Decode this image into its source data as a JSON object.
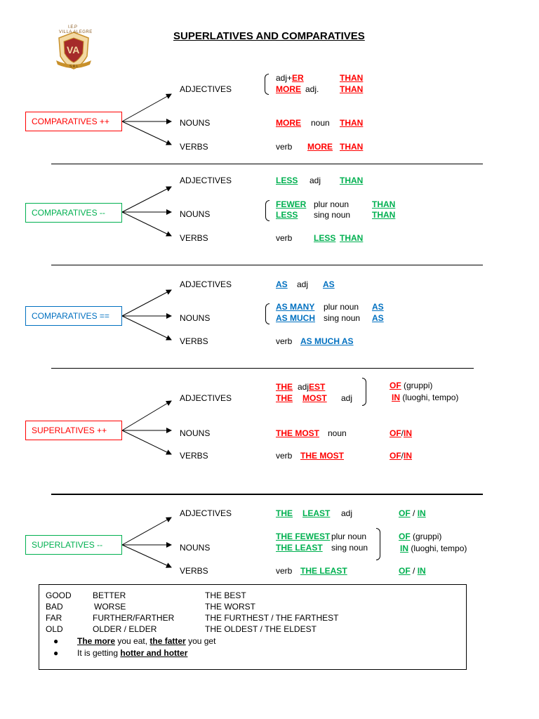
{
  "logo": {
    "top_text": "I.E.P",
    "name": "VILLA ALEGRE",
    "initials": "VA",
    "bottom_text": "S.R.L"
  },
  "title": "SUPERLATIVES AND COMPARATIVES",
  "sections": [
    {
      "category": "COMPARATIVES ++",
      "color": "#ff0000",
      "rows": [
        {
          "label": "ADJECTIVES"
        },
        {
          "label": "NOUNS"
        },
        {
          "label": "VERBS"
        }
      ],
      "text": {
        "adj_line1_a": "adj+",
        "adj_line1_b": "ER",
        "adj_line1_than": "THAN",
        "adj_line2_a": "MORE",
        "adj_line2_b": "adj.",
        "adj_line2_than": "THAN",
        "noun_a": "MORE",
        "noun_b": "noun",
        "noun_than": "THAN",
        "verb_a": "verb",
        "verb_b": "MORE",
        "verb_than": "THAN"
      }
    },
    {
      "category": "COMPARATIVES --",
      "color": "#00b050",
      "rows": [
        {
          "label": "ADJECTIVES"
        },
        {
          "label": "NOUNS"
        },
        {
          "label": "VERBS"
        }
      ],
      "text": {
        "adj_a": "LESS",
        "adj_b": "adj",
        "adj_than": "THAN",
        "noun1_a": "FEWER",
        "noun1_b": "plur noun",
        "noun1_than": "THAN",
        "noun2_a": "LESS",
        "noun2_b": "sing noun",
        "noun2_than": "THAN",
        "verb_a": "verb",
        "verb_b": "LESS",
        "verb_than": "THAN"
      }
    },
    {
      "category": "COMPARATIVES ==",
      "color": "#0070c0",
      "rows": [
        {
          "label": "ADJECTIVES"
        },
        {
          "label": "NOUNS"
        },
        {
          "label": "VERBS"
        }
      ],
      "text": {
        "adj_a": "AS",
        "adj_b": "adj",
        "adj_c": "AS",
        "noun1_a": "AS MANY",
        "noun1_b": "plur noun",
        "noun1_c": "AS",
        "noun2_a": "AS MUCH",
        "noun2_b": "sing  noun",
        "noun2_c": "AS",
        "verb_a": "verb",
        "verb_b": "AS MUCH AS"
      }
    },
    {
      "category": "SUPERLATIVES ++",
      "color": "#ff0000",
      "rows": [
        {
          "label": "ADJECTIVES"
        },
        {
          "label": "NOUNS"
        },
        {
          "label": "VERBS"
        }
      ],
      "text": {
        "adj1_a": "THE",
        "adj1_b": "adj",
        "adj1_c": "EST",
        "adj2_a": "THE",
        "adj2_b": "MOST",
        "adj2_c": "adj",
        "of_a": "OF",
        "of_b": "(gruppi)",
        "in_a": "IN",
        "in_b": "(luoghi, tempo)",
        "noun_a": "THE MOST",
        "noun_b": "noun",
        "noun_of": "OF",
        "noun_slash": "/",
        "noun_in": "IN",
        "verb_a": "verb",
        "verb_b": "THE MOST",
        "verb_of": "OF",
        "verb_slash": "/",
        "verb_in": "IN"
      }
    },
    {
      "category": "SUPERLATIVES --",
      "color": "#00b050",
      "rows": [
        {
          "label": "ADJECTIVES"
        },
        {
          "label": "NOUNS"
        },
        {
          "label": "VERBS"
        }
      ],
      "text": {
        "adj_a": "THE",
        "adj_b": "LEAST",
        "adj_c": "adj",
        "adj_of": "OF",
        "adj_slash": "/",
        "adj_in": "IN",
        "noun1_a": "THE FEWEST",
        "noun1_b": "plur noun",
        "noun2_a": "THE LEAST",
        "noun2_b": "sing noun",
        "of_a": "OF",
        "of_b": "(gruppi)",
        "in_a": "IN",
        "in_b": "(luoghi, tempo)",
        "verb_a": "verb",
        "verb_b": "THE LEAST",
        "verb_of": "OF",
        "verb_slash": "/",
        "verb_in": "IN"
      }
    }
  ],
  "irregulars": [
    {
      "base": "GOOD",
      "comp": "BETTER",
      "sup": "THE BEST"
    },
    {
      "base": "BAD",
      "comp": "WORSE",
      "sup": "THE WORST"
    },
    {
      "base": "FAR",
      "comp": "FURTHER/FARTHER",
      "sup": "THE FURTHEST / THE FARTHEST"
    },
    {
      "base": "OLD",
      "comp": "OLDER / ELDER",
      "sup": "THE OLDEST / THE ELDEST"
    }
  ],
  "bullets": [
    {
      "part1": "The more",
      "part2": " you eat, ",
      "part3": "the fatter",
      "part4": " you get"
    },
    {
      "part1": "It is getting ",
      "part2": "hotter and hotter"
    }
  ]
}
